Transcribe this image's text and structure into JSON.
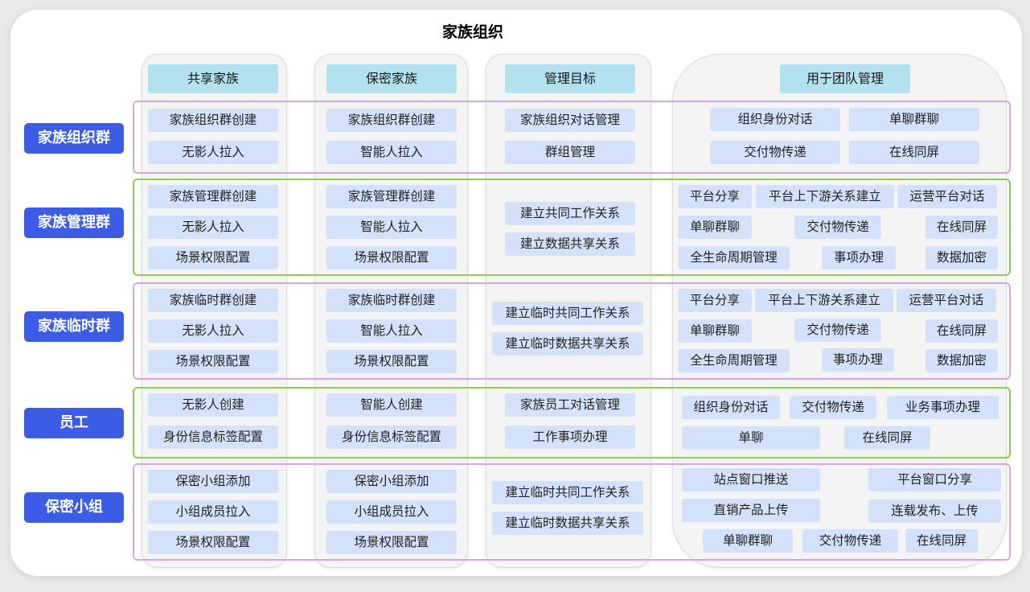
{
  "title": "家族组织",
  "colors": {
    "row_label_bg": "#3c5ce6",
    "header_bg": "#b2e2ef",
    "tag_bg": "#d3e1fa",
    "purple_border": "#d8a8dc",
    "green_border": "#8ccd5a"
  },
  "columns": [
    "共享家族",
    "保密家族",
    "管理目标",
    "用于团队管理"
  ],
  "rows": [
    {
      "label": "家族组织群",
      "border": "purple",
      "share": [
        "家族组织群创建",
        "无影人拉入"
      ],
      "secret": [
        "家族组织群创建",
        "智能人拉入"
      ],
      "goal": [
        "家族组织对话管理",
        "群组管理"
      ],
      "team": [
        "组织身份对话",
        "单聊群聊",
        "交付物传递",
        "在线同屏"
      ]
    },
    {
      "label": "家族管理群",
      "border": "green",
      "share": [
        "家族管理群创建",
        "无影人拉入",
        "场景权限配置"
      ],
      "secret": [
        "家族管理群创建",
        "智能人拉入",
        "场景权限配置"
      ],
      "goal": [
        "建立共同工作关系",
        "建立数据共享关系"
      ],
      "team": [
        "平台分享",
        "平台上下游关系建立",
        "运营平台对话",
        "单聊群聊",
        "交付物传递",
        "在线同屏",
        "全生命周期管理",
        "事项办理",
        "数据加密"
      ]
    },
    {
      "label": "家族临时群",
      "border": "purple",
      "share": [
        "家族临时群创建",
        "无影人拉入",
        "场景权限配置"
      ],
      "secret": [
        "家族临时群创建",
        "智能人拉入",
        "场景权限配置"
      ],
      "goal": [
        "建立临时共同工作关系",
        "建立临时数据共享关系"
      ],
      "team": [
        "平台分享",
        "平台上下游关系建立",
        "运营平台对话",
        "单聊群聊",
        "交付物传递",
        "在线同屏",
        "全生命周期管理",
        "事项办理",
        "数据加密"
      ]
    },
    {
      "label": "员工",
      "border": "green",
      "share": [
        "无影人创建",
        "身份信息标签配置"
      ],
      "secret": [
        "智能人创建",
        "身份信息标签配置"
      ],
      "goal": [
        "家族员工对话管理",
        "工作事项办理"
      ],
      "team": [
        "组织身份对话",
        "交付物传递",
        "业务事项办理",
        "单聊",
        "在线同屏"
      ]
    },
    {
      "label": "保密小组",
      "border": "purple",
      "share": [
        "保密小组添加",
        "小组成员拉入",
        "场景权限配置"
      ],
      "secret": [
        "保密小组添加",
        "小组成员拉入",
        "场景权限配置"
      ],
      "goal": [
        "建立临时共同工作关系",
        "建立临时数据共享关系"
      ],
      "team": [
        "站点窗口推送",
        "平台窗口分享",
        "直销产品上传",
        "连载发布、上传",
        "单聊群聊",
        "交付物传递",
        "在线同屏"
      ]
    }
  ]
}
